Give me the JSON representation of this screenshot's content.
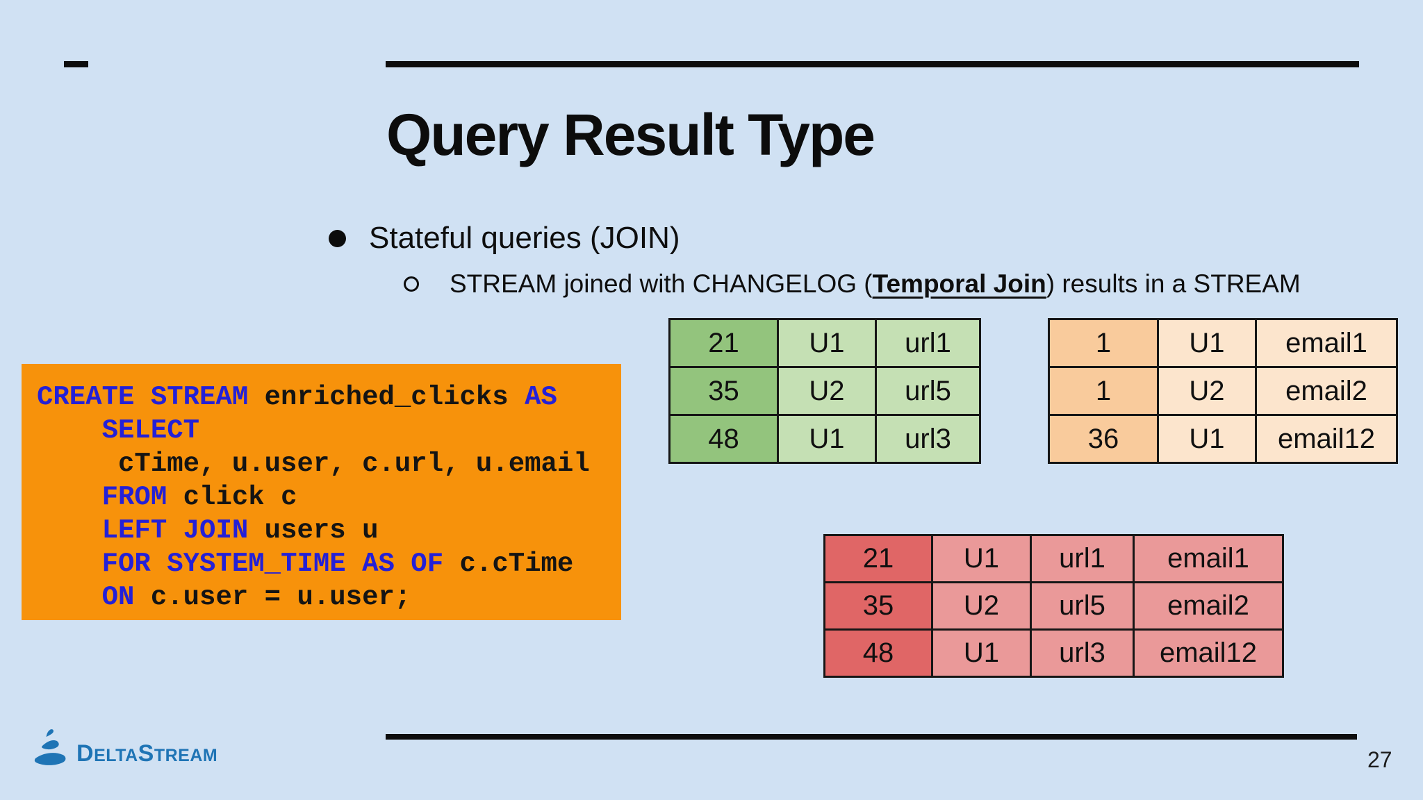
{
  "slide": {
    "title": "Query Result Type",
    "page_number": "27",
    "bullets": {
      "level1": "Stateful queries (JOIN)",
      "level2_pre": "STREAM joined with CHANGELOG (",
      "level2_emph": "Temporal Join",
      "level2_post": ") results in a STREAM"
    }
  },
  "code": {
    "lines": [
      [
        {
          "t": "CREATE STREAM ",
          "k": 1
        },
        {
          "t": "enriched_clicks ",
          "k": 0
        },
        {
          "t": "AS",
          "k": 1
        }
      ],
      [
        {
          "t": "    ",
          "k": 0
        },
        {
          "t": "SELECT",
          "k": 1
        }
      ],
      [
        {
          "t": "     cTime, u.user, c.url, u.email",
          "k": 0
        }
      ],
      [
        {
          "t": "    ",
          "k": 0
        },
        {
          "t": "FROM",
          "k": 1
        },
        {
          "t": " click c",
          "k": 0
        }
      ],
      [
        {
          "t": "    ",
          "k": 0
        },
        {
          "t": "LEFT JOIN",
          "k": 1
        },
        {
          "t": " users u",
          "k": 0
        }
      ],
      [
        {
          "t": "    ",
          "k": 0
        },
        {
          "t": "FOR SYSTEM_TIME AS OF",
          "k": 1
        },
        {
          "t": " c.cTime",
          "k": 0
        }
      ],
      [
        {
          "t": "    ",
          "k": 0
        },
        {
          "t": "ON",
          "k": 1
        },
        {
          "t": " c.user = u.user;",
          "k": 0
        }
      ]
    ]
  },
  "tables": {
    "clicks": {
      "rows": [
        [
          "21",
          "U1",
          "url1"
        ],
        [
          "35",
          "U2",
          "url5"
        ],
        [
          "48",
          "U1",
          "url3"
        ]
      ]
    },
    "users": {
      "rows": [
        [
          "1",
          "U1",
          "email1"
        ],
        [
          "1",
          "U2",
          "email2"
        ],
        [
          "36",
          "U1",
          "email12"
        ]
      ]
    },
    "result": {
      "rows": [
        [
          "21",
          "U1",
          "url1",
          "email1"
        ],
        [
          "35",
          "U2",
          "url5",
          "email2"
        ],
        [
          "48",
          "U1",
          "url3",
          "email12"
        ]
      ]
    }
  },
  "logo": {
    "parts": [
      "D",
      "ELTA",
      "S",
      "TREAM"
    ]
  },
  "colors": {
    "background": "#d0e1f3",
    "code_bg": "#f7920b",
    "code_keyword": "#2420d7",
    "table_clicks_dark": "#93c47d",
    "table_clicks_light": "#c5e0b4",
    "table_users_dark": "#f9cb9c",
    "table_users_light": "#fce5cd",
    "table_result_dark": "#e06666",
    "table_result_light": "#ea9999",
    "logo_blue": "#1e74b5"
  }
}
